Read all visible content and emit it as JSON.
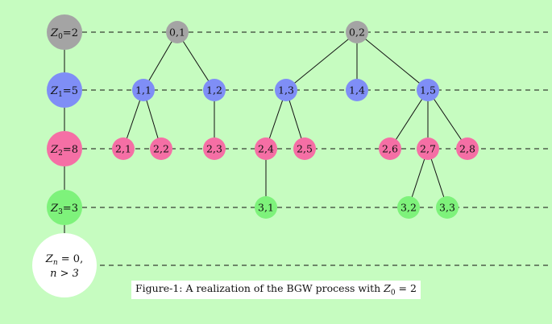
{
  "colors": {
    "background": "#c6fcc0",
    "gen0": "#a4a4a4",
    "gen1": "#7f8ef6",
    "gen2": "#f56fa5",
    "gen3": "#7ef27b",
    "extinct": "#ffffff",
    "line": "#111111"
  },
  "generations": [
    {
      "label_var": "Z",
      "label_sub": "0",
      "label_eq": "=2",
      "count": 2
    },
    {
      "label_var": "Z",
      "label_sub": "1",
      "label_eq": "=5",
      "count": 5
    },
    {
      "label_var": "Z",
      "label_sub": "2",
      "label_eq": "=8",
      "count": 8
    },
    {
      "label_var": "Z",
      "label_sub": "3",
      "label_eq": "=3",
      "count": 3
    }
  ],
  "extinction": {
    "line1_var": "Z",
    "line1_sub": "n",
    "line1_rest": " = 0,",
    "line2": "n > 3"
  },
  "nodes": [
    {
      "id": "0,1",
      "gen": 0
    },
    {
      "id": "0,2",
      "gen": 0
    },
    {
      "id": "1,1",
      "gen": 1,
      "parent": "0,1"
    },
    {
      "id": "1,2",
      "gen": 1,
      "parent": "0,1"
    },
    {
      "id": "1,3",
      "gen": 1,
      "parent": "0,2"
    },
    {
      "id": "1,4",
      "gen": 1,
      "parent": "0,2"
    },
    {
      "id": "1,5",
      "gen": 1,
      "parent": "0,2"
    },
    {
      "id": "2,1",
      "gen": 2,
      "parent": "1,1"
    },
    {
      "id": "2,2",
      "gen": 2,
      "parent": "1,1"
    },
    {
      "id": "2,3",
      "gen": 2,
      "parent": "1,2"
    },
    {
      "id": "2,4",
      "gen": 2,
      "parent": "1,3"
    },
    {
      "id": "2,5",
      "gen": 2,
      "parent": "1,3"
    },
    {
      "id": "2,6",
      "gen": 2,
      "parent": "1,5"
    },
    {
      "id": "2,7",
      "gen": 2,
      "parent": "1,5"
    },
    {
      "id": "2,8",
      "gen": 2,
      "parent": "1,5"
    },
    {
      "id": "3,1",
      "gen": 3,
      "parent": "2,4"
    },
    {
      "id": "3,2",
      "gen": 3,
      "parent": "2,7"
    },
    {
      "id": "3,3",
      "gen": 3,
      "parent": "2,7"
    }
  ],
  "caption": {
    "prefix": "Figure-1: A realization of the BGW process with ",
    "var": "Z",
    "sub": "0",
    "suffix": " = 2"
  }
}
